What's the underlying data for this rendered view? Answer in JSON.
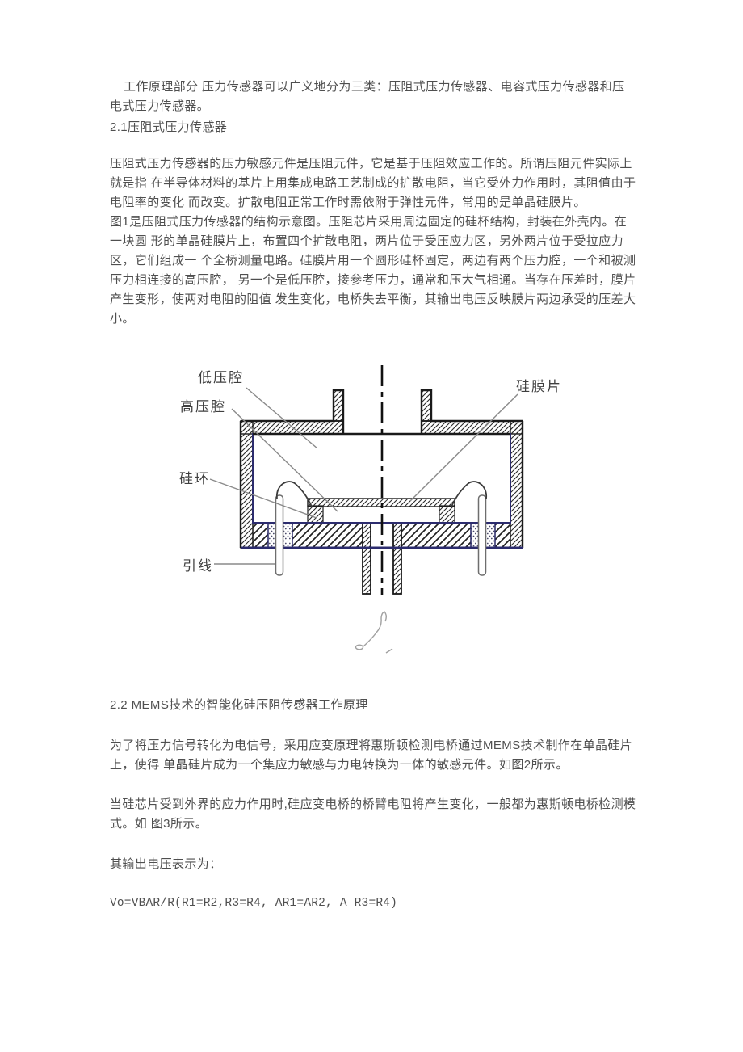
{
  "colors": {
    "page_background": "#ffffff",
    "body_text": "#4f4f4f",
    "diagram_line": "#1a1a1a",
    "diagram_accent_navy": "#2c2c6e",
    "leader_line": "#8a8a8a"
  },
  "article": {
    "intro": "工作原理部分 压力传感器可以广义地分为三类：压阻式压力传感器、电容式压力传感器和压电式压力传感器。",
    "section1_heading": "2.1压阻式压力传感器",
    "section1_para1": "压阻式压力传感器的压力敏感元件是压阻元件，它是基于压阻效应工作的。所谓压阻元件实际上就是指 在半导体材料的基片上用集成电路工艺制成的扩散电阻，当它受外力作用时，其阻值由于电阻率的变化 而改变。扩散电阻正常工作时需依附于弹性元件，常用的是单晶硅膜片。",
    "section1_para2": "图1是压阻式压力传感器的结构示意图。压阻芯片采用周边固定的硅杯结构，封装在外壳内。在一块圆 形的单晶硅膜片上，布置四个扩散电阻，两片位于受压应力区，另外两片位于受拉应力区，它们组成一 个全桥测量电路。硅膜片用一个圆形硅杯固定，两边有两个压力腔，一个和被测压力相连接的高压腔，  另一个是低压腔，接参考压力，通常和压大气相通。当存在压差时，膜片产生变形，使两对电阻的阻值 发生变化，电桥失去平衡，其输出电压反映膜片两边承受的压差大小。",
    "section2_heading": "2.2 MEMS技术的智能化硅压阻传感器工作原理",
    "section2_para1": "为了将压力信号转化为电信号，采用应变原理将惠斯顿检测电桥通过MEMS技术制作在单晶硅片上，使得 单晶硅片成为一个集应力敏感与力电转换为一体的敏感元件。如图2所示。",
    "section2_para2": "当硅芯片受到外界的应力作用时,硅应变电桥的桥臂电阻将产生变化，一般都为惠斯顿电桥检测模式。如 图3所示。",
    "output_intro": "其输出电压表示为：",
    "formula": "Vo=VBAR/R(R1=R2,R3=R4, AR1=AR2, A R3=R4)"
  },
  "diagram": {
    "labels": {
      "low_pressure": "低压腔",
      "high_pressure": "高压腔",
      "silicon_ring": "硅环",
      "lead_wire": "引线",
      "silicon_membrane": "硅膜片"
    }
  }
}
